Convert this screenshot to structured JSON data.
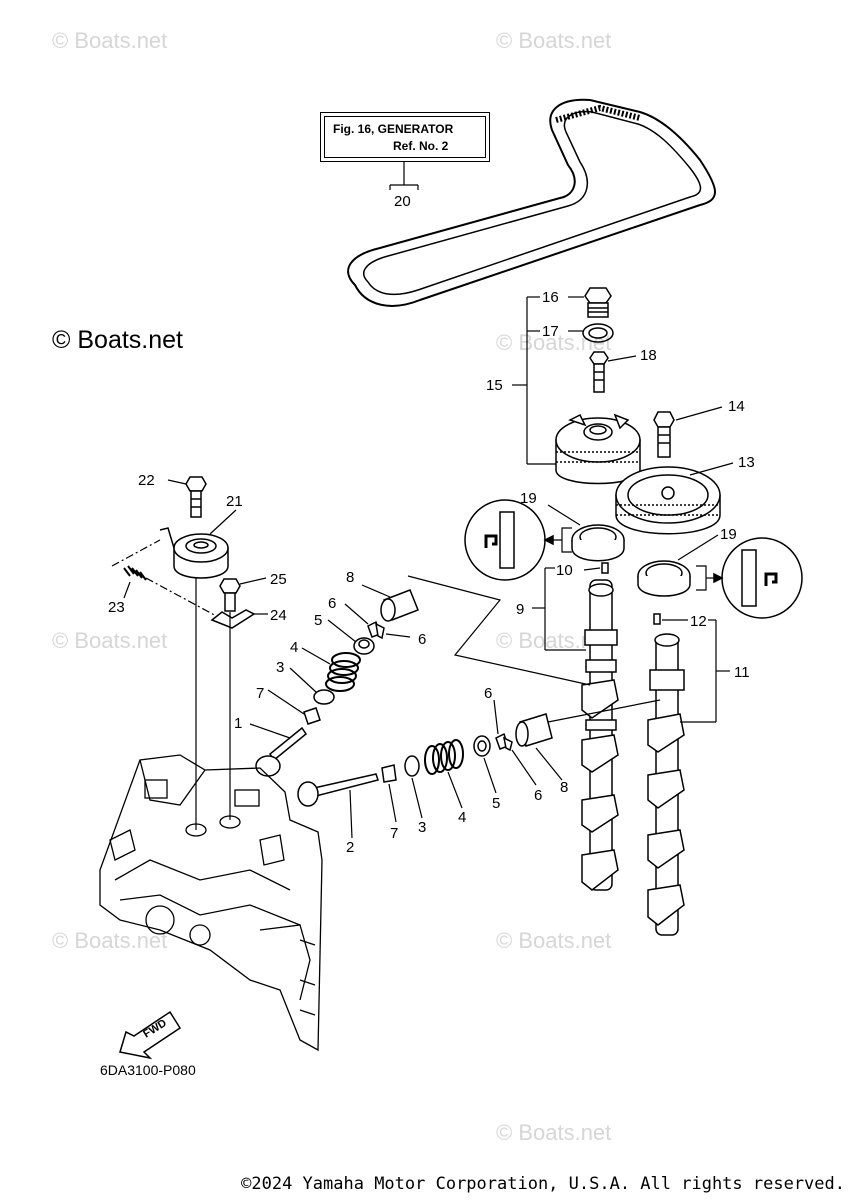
{
  "watermarks": [
    "© Boats.net",
    "© Boats.net",
    "© Boats.net",
    "© Boats.net",
    "© Boats.net",
    "© Boats.net",
    "© Boats.net",
    "© Boats.net"
  ],
  "copyright_big": "© Boats.net",
  "reference": {
    "line1": "Fig. 16, GENERATOR",
    "line2": "Ref. No. 2"
  },
  "direction_label": "FWD",
  "diagram_code": "6DA3100-P080",
  "footer": "©2024 Yamaha Motor Corporation, U.S.A. All rights reserved.",
  "callouts": [
    "1",
    "2",
    "3",
    "3",
    "4",
    "4",
    "5",
    "5",
    "6",
    "6",
    "6",
    "6",
    "7",
    "7",
    "8",
    "8",
    "9",
    "10",
    "11",
    "12",
    "13",
    "14",
    "15",
    "16",
    "17",
    "18",
    "19",
    "19",
    "20",
    "21",
    "22",
    "23",
    "24",
    "25"
  ]
}
